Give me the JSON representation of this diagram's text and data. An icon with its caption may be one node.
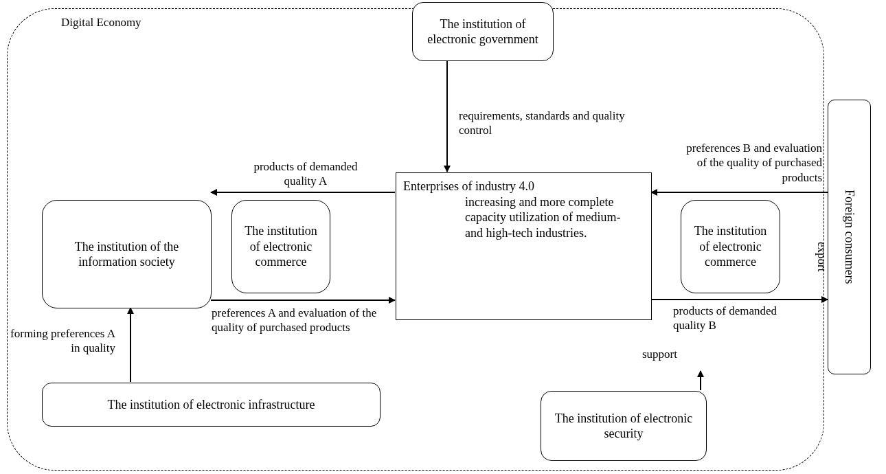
{
  "diagram": {
    "nodes": [
      {
        "text": [
          "Digital Economy"
        ]
      },
      {
        "text": [
          "The institution of electronic government"
        ]
      },
      {
        "text": [
          "The institution of the information society"
        ],
        "in": 0
      },
      {
        "text": [
          "The institution of electronic commerce"
        ],
        "in": 0
      },
      {
        "text": [
          "Enterprises of industry 4.0",
          "increasing and more complete capacity utilization of medium- and high-tech industries."
        ],
        "in": 0
      },
      {
        "text": [
          "The institution of electronic commerce"
        ],
        "in": 0
      },
      {
        "text": [
          "The institution of electronic infrastructure"
        ],
        "in": 0
      },
      {
        "text": [
          "The institution of electronic security"
        ],
        "in": 0
      },
      {
        "text": [
          "Foreign consumers"
        ]
      }
    ],
    "edges": [
      {
        "from": 1,
        "to": 4,
        "arrow": "to",
        "label": "requirements, standards and quality control"
      },
      {
        "from": 4,
        "to": 2,
        "arrow": "to",
        "label": "products of demanded quality A"
      },
      {
        "from": 2,
        "to": 4,
        "arrow": "to",
        "label": "preferences A and evaluation of the quality of purchased products"
      },
      {
        "from": 6,
        "to": 2,
        "arrow": "to",
        "label": "forming preferences A in quality"
      },
      {
        "from": 8,
        "to": 4,
        "arrow": "to",
        "label": "preferences B and evaluation of the quality of purchased products"
      },
      {
        "from": 4,
        "to": 8,
        "arrow": "to",
        "label": "products of demanded quality B"
      },
      {
        "from": 7,
        "to": null,
        "arrow": "to",
        "label": "support"
      }
    ],
    "labels": [
      "export"
    ]
  }
}
